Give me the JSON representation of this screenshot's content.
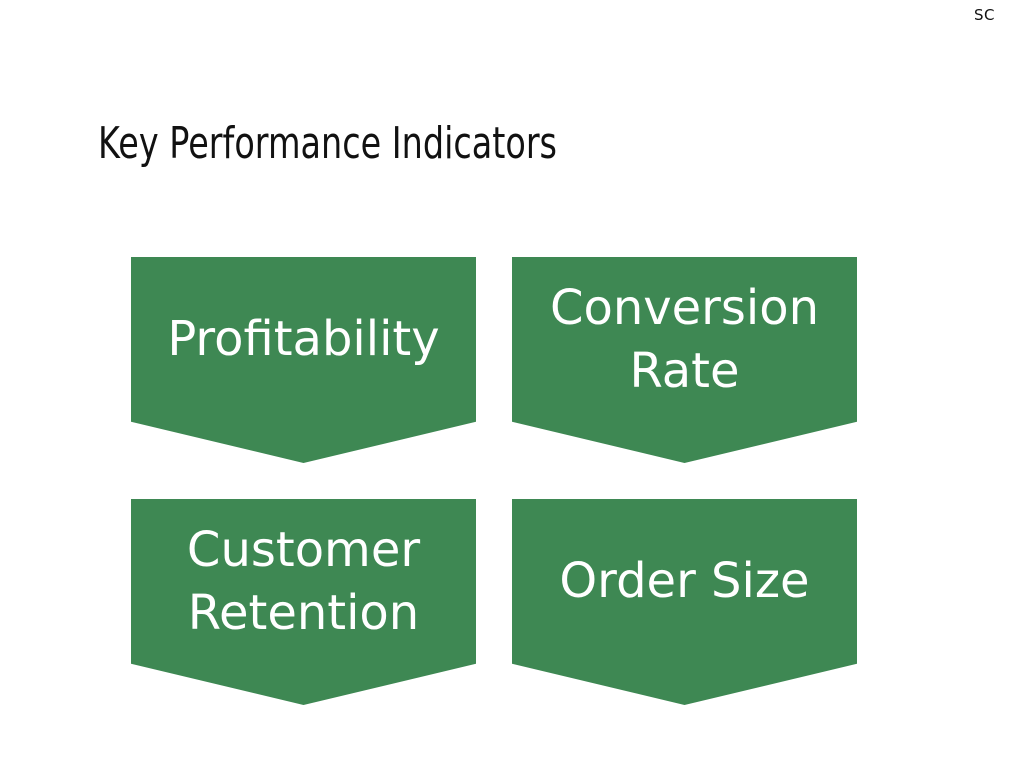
{
  "corner_label": "SC",
  "title": "Key Performance Indicators",
  "colors": {
    "arrow_fill": "#3e8853",
    "arrow_text": "#ffffff",
    "title_text": "#111111"
  },
  "kpis": [
    {
      "label": "Profitability"
    },
    {
      "label": "Conversion Rate"
    },
    {
      "label": "Customer Retention"
    },
    {
      "label": "Order Size"
    }
  ]
}
